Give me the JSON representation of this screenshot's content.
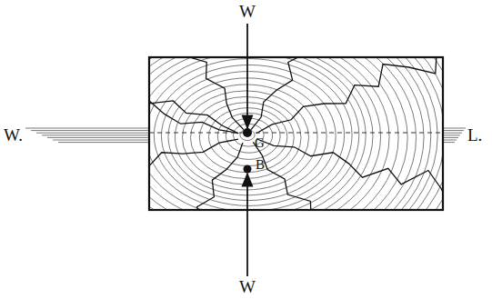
{
  "diagram": {
    "labels": [
      "W",
      "W.",
      "L.",
      "G",
      "B",
      "W"
    ]
  }
}
